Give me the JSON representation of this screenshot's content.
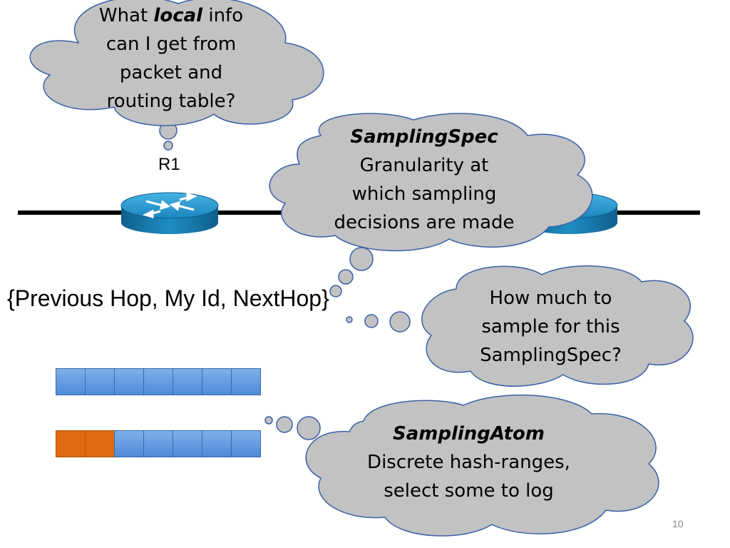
{
  "router_label": "R1",
  "hop_tuple": "{Previous Hop, My Id, NextHop}",
  "page_number": "10",
  "clouds": {
    "local_info": {
      "line1_pre": "What ",
      "line1_em": "local",
      "line1_post": " info",
      "line2": "can I get from",
      "line3": "packet and",
      "line4": "routing table?"
    },
    "sampling_spec": {
      "title": "SamplingSpec",
      "line2": "Granularity at",
      "line3": "which sampling",
      "line4": "decisions are made"
    },
    "how_much": {
      "line1": "How much to",
      "line2": "sample for this",
      "line3": "SamplingSpec?"
    },
    "sampling_atom": {
      "title": "SamplingAtom",
      "line2": "Discrete hash-ranges,",
      "line3": "select some to log"
    }
  },
  "hash_rows": {
    "row1": {
      "colors": [
        "blue",
        "blue",
        "blue",
        "blue",
        "blue",
        "blue",
        "blue"
      ]
    },
    "row2": {
      "colors": [
        "orange",
        "orange",
        "blue",
        "blue",
        "blue",
        "blue",
        "blue"
      ]
    }
  },
  "colors": {
    "cloud_fill": "#c2c2c2",
    "cloud_stroke": "#3b5fa8",
    "router": "#1f8ec4",
    "orange_cell": "#e06a12",
    "blue_cell": "#5b95de"
  }
}
